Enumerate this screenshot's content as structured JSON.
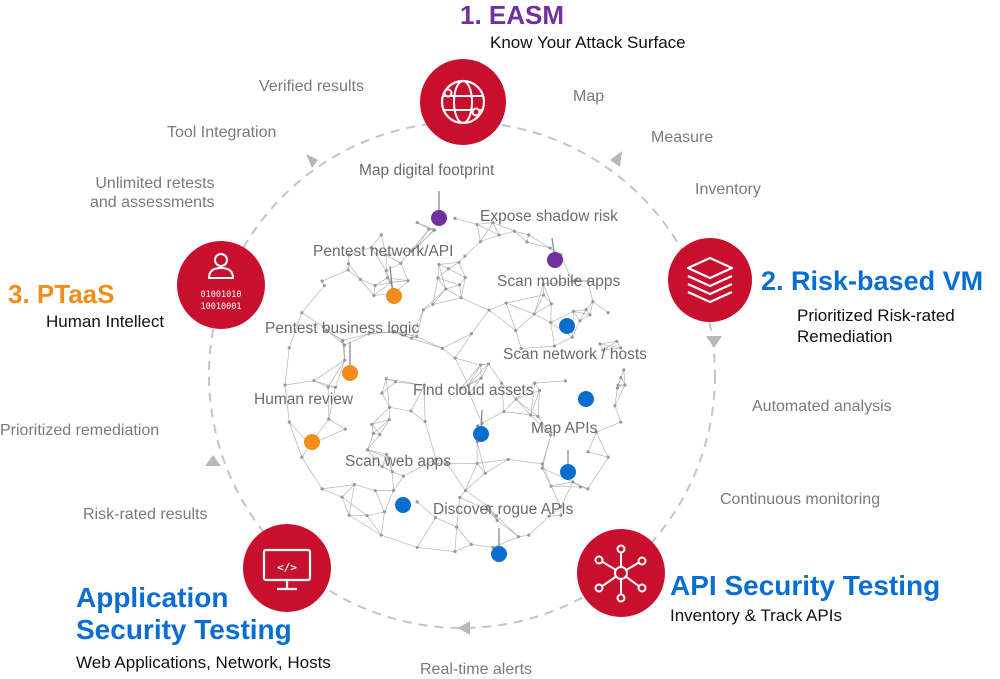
{
  "colors": {
    "red": "#c8102e",
    "purple": "#7030a0",
    "blue": "#0a6ed1",
    "orange": "#f28c1a",
    "dashed": "#c4c4c4",
    "mesh": "#b5b5b5"
  },
  "easm": {
    "title": "1. EASM",
    "subtitle": "Know Your Attack Surface",
    "icon": "globe-network-icon"
  },
  "rbvm": {
    "title": "2. Risk-based VM",
    "subtitle": "Prioritized Risk-rated\nRemediation",
    "icon": "layers-stack-icon"
  },
  "ptaas": {
    "title": "3. PTaaS",
    "subtitle": "Human Intellect",
    "icon": "human-binary-icon",
    "binary": [
      "01001010",
      "10010001"
    ]
  },
  "appsec": {
    "title": "Application\nSecurity Testing",
    "subtitle": "Web Applications, Network, Hosts",
    "icon": "monitor-code-icon",
    "code": "</>"
  },
  "apisec": {
    "title": "API Security Testing",
    "subtitle": "Inventory & Track APIs",
    "icon": "api-hub-icon"
  },
  "outer": {
    "verified": "Verified  results",
    "tool": "Tool Integration",
    "unlimited": "Unlimited retests\nand assessments",
    "map": "Map",
    "measure": "Measure",
    "inventory": "Inventory",
    "automated": "Automated analysis",
    "continuous": "Continuous monitoring",
    "realtime": "Real-time alerts",
    "prioritized": "Prioritized remediation",
    "riskrated": "Risk-rated results"
  },
  "inner": {
    "footprint": "Map digital footprint",
    "shadow": "Expose shadow risk",
    "pentest_api": "Pentest network/API",
    "mobile": "Scan mobile apps",
    "business": "Pentest business logic",
    "network": "Scan network / hosts",
    "cloud": "Find cloud assets",
    "human": "Human review",
    "mapapis": "Map APIs",
    "webapps": "Scan web apps",
    "rogue": "Discover rogue APIs"
  }
}
